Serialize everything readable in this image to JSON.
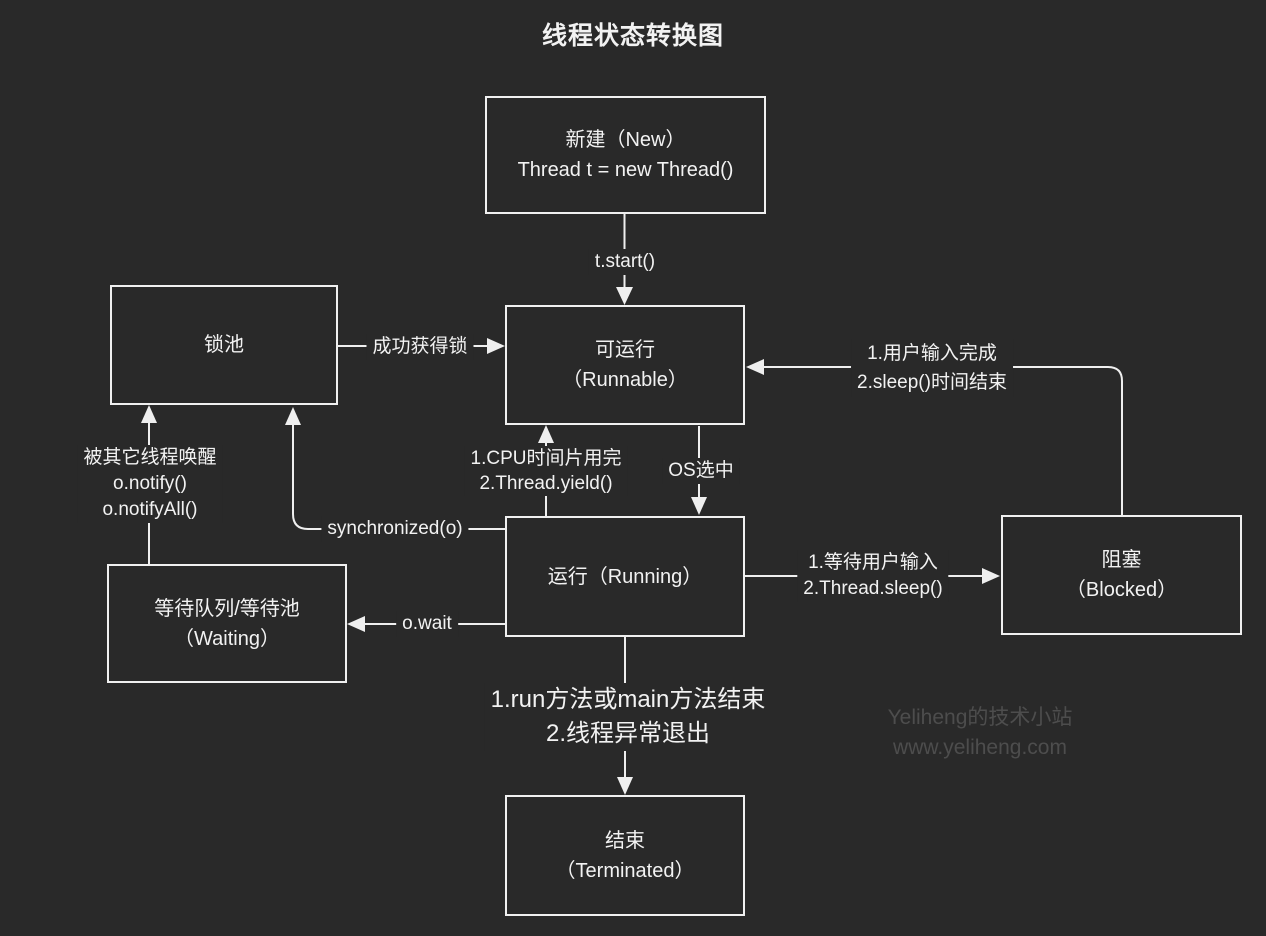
{
  "title": "线程状态转换图",
  "nodes": {
    "new": {
      "line1": "新建（New）",
      "line2": "Thread t = new Thread()"
    },
    "lock_pool": {
      "line1": "锁池"
    },
    "runnable": {
      "line1": "可运行",
      "line2": "（Runnable）"
    },
    "running": {
      "line1": "运行（Running）"
    },
    "blocked": {
      "line1": "阻塞",
      "line2": "（Blocked）"
    },
    "waiting": {
      "line1": "等待队列/等待池",
      "line2": "（Waiting）"
    },
    "terminated": {
      "line1": "结束",
      "line2": "（Terminated）"
    }
  },
  "edges": {
    "t_start": "t.start()",
    "acquire_lock": "成功获得锁",
    "blocked_to_runnable": {
      "line1": "1.用户输入完成",
      "line2": "2.sleep()时间结束"
    },
    "os_select": "OS选中",
    "yield_to_runnable": {
      "line1": "1.CPU时间片用完",
      "line2": "2.Thread.yield()"
    },
    "synchronized_o": "synchronized(o)",
    "o_wait": "o.wait",
    "wake": {
      "line1": "被其它线程唤醒",
      "line2": "o.notify()",
      "line3": "o.notifyAll()"
    },
    "to_blocked": {
      "line1": "1.等待用户输入",
      "line2": "2.Thread.sleep()"
    },
    "to_terminated": {
      "line1": "1.run方法或main方法结束",
      "line2": "2.线程异常退出"
    }
  },
  "watermark": {
    "line1": "Yeliheng的技术小站",
    "line2": "www.yeliheng.com"
  },
  "colors": {
    "background": "#292929",
    "stroke": "#efefef",
    "text": "#f2f2f2",
    "watermark": "#4d4d4d"
  }
}
